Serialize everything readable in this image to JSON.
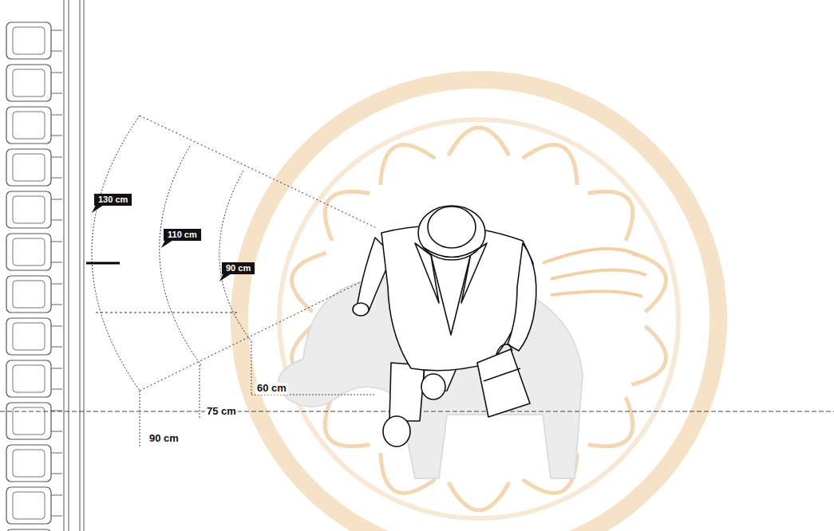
{
  "diagram": {
    "labels": [
      "130 cm",
      "110 cm",
      "90 cm",
      "60 cm",
      "75 cm",
      "90 cm"
    ]
  }
}
